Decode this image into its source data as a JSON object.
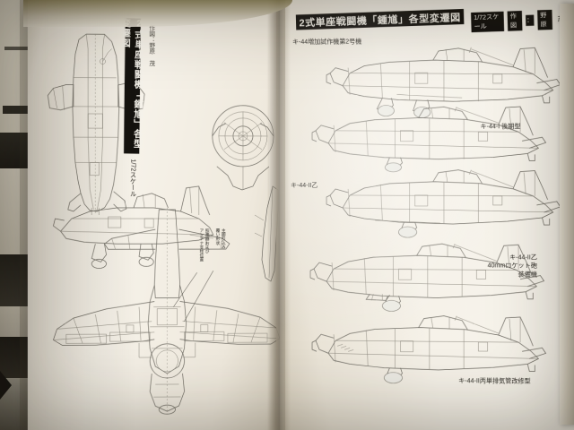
{
  "scene": {
    "subject": "open Japanese aircraft reference book, two-page technical line-drawing spread",
    "paper_color": "#f4f0e7",
    "ink_color": "#6f6c64",
    "header_bg": "#15130f",
    "header_fg": "#f4f1e9",
    "desk_color": "#6d6349"
  },
  "left_page": {
    "vertical_title": "2式単座戦闘機「鍾馗」各型変遷図",
    "scale_note": "1/72スケール",
    "credit_note": "作図：野原 茂",
    "views": [
      {
        "name": "side-view-elevation",
        "caption": ""
      },
      {
        "name": "front-view",
        "caption": ""
      },
      {
        "name": "plan-view-top",
        "caption": ""
      }
    ],
    "callouts": [
      "照準器および\nアンテナ支柱位置",
      "主脚引込み\n覆い形状"
    ]
  },
  "right_page": {
    "title": "2式単座戦闘機「鍾馗」各型変遷図",
    "scale": "1/72スケール",
    "credit_label": "作図",
    "credit_sep": "：",
    "credit_name": "野原",
    "credit_name2": "茂",
    "variants": [
      {
        "id": "variant-1",
        "label": "キ-44増加試作機第2号機",
        "align": "left"
      },
      {
        "id": "variant-2",
        "label": "キ-44-I 後期型",
        "align": "right"
      },
      {
        "id": "variant-3",
        "label": "キ-44-II乙",
        "align": "left"
      },
      {
        "id": "variant-4",
        "label": "キ-44-II乙\n40mmロケット砲\n装備機",
        "align": "right"
      },
      {
        "id": "variant-5",
        "label": "キ-44-II丙単排気管改修型",
        "align": "right"
      }
    ]
  },
  "left_edge_photo_page": {
    "present": true,
    "description": "dark monochrome photo plate page partially visible at far left"
  }
}
